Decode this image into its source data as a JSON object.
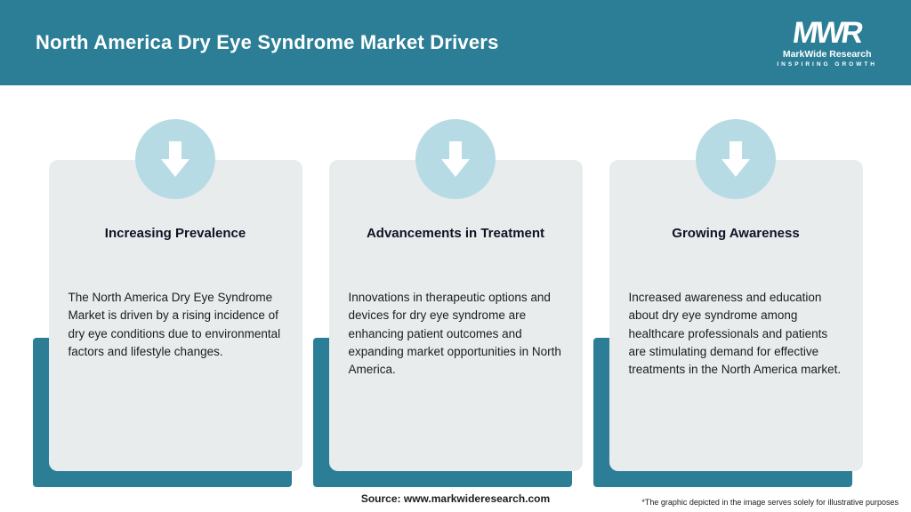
{
  "header": {
    "title": "North America Dry Eye Syndrome Market Drivers",
    "logo": {
      "monogram": "MWR",
      "name": "MarkWide Research",
      "tagline": "INSPIRING GROWTH"
    }
  },
  "cards": [
    {
      "title": "Increasing Prevalence",
      "body": "The North America Dry Eye Syndrome Market is driven by a rising incidence of dry eye conditions due to environmental factors and lifestyle changes."
    },
    {
      "title": "Advancements in Treatment",
      "body": "Innovations in therapeutic options and devices for dry eye syndrome are enhancing patient outcomes and expanding market opportunities in North America."
    },
    {
      "title": "Growing Awareness",
      "body": "Increased awareness and education about dry eye syndrome among healthcare professionals and patients are stimulating demand for effective treatments in the North America market."
    }
  ],
  "footer": {
    "source": "Source: www.markwideresearch.com",
    "disclaimer": "*The graphic depicted in the image serves solely for illustrative purposes"
  },
  "colors": {
    "teal": "#2b7e96",
    "light_blue": "#b7dbe5",
    "card_gray": "#e9eced"
  }
}
